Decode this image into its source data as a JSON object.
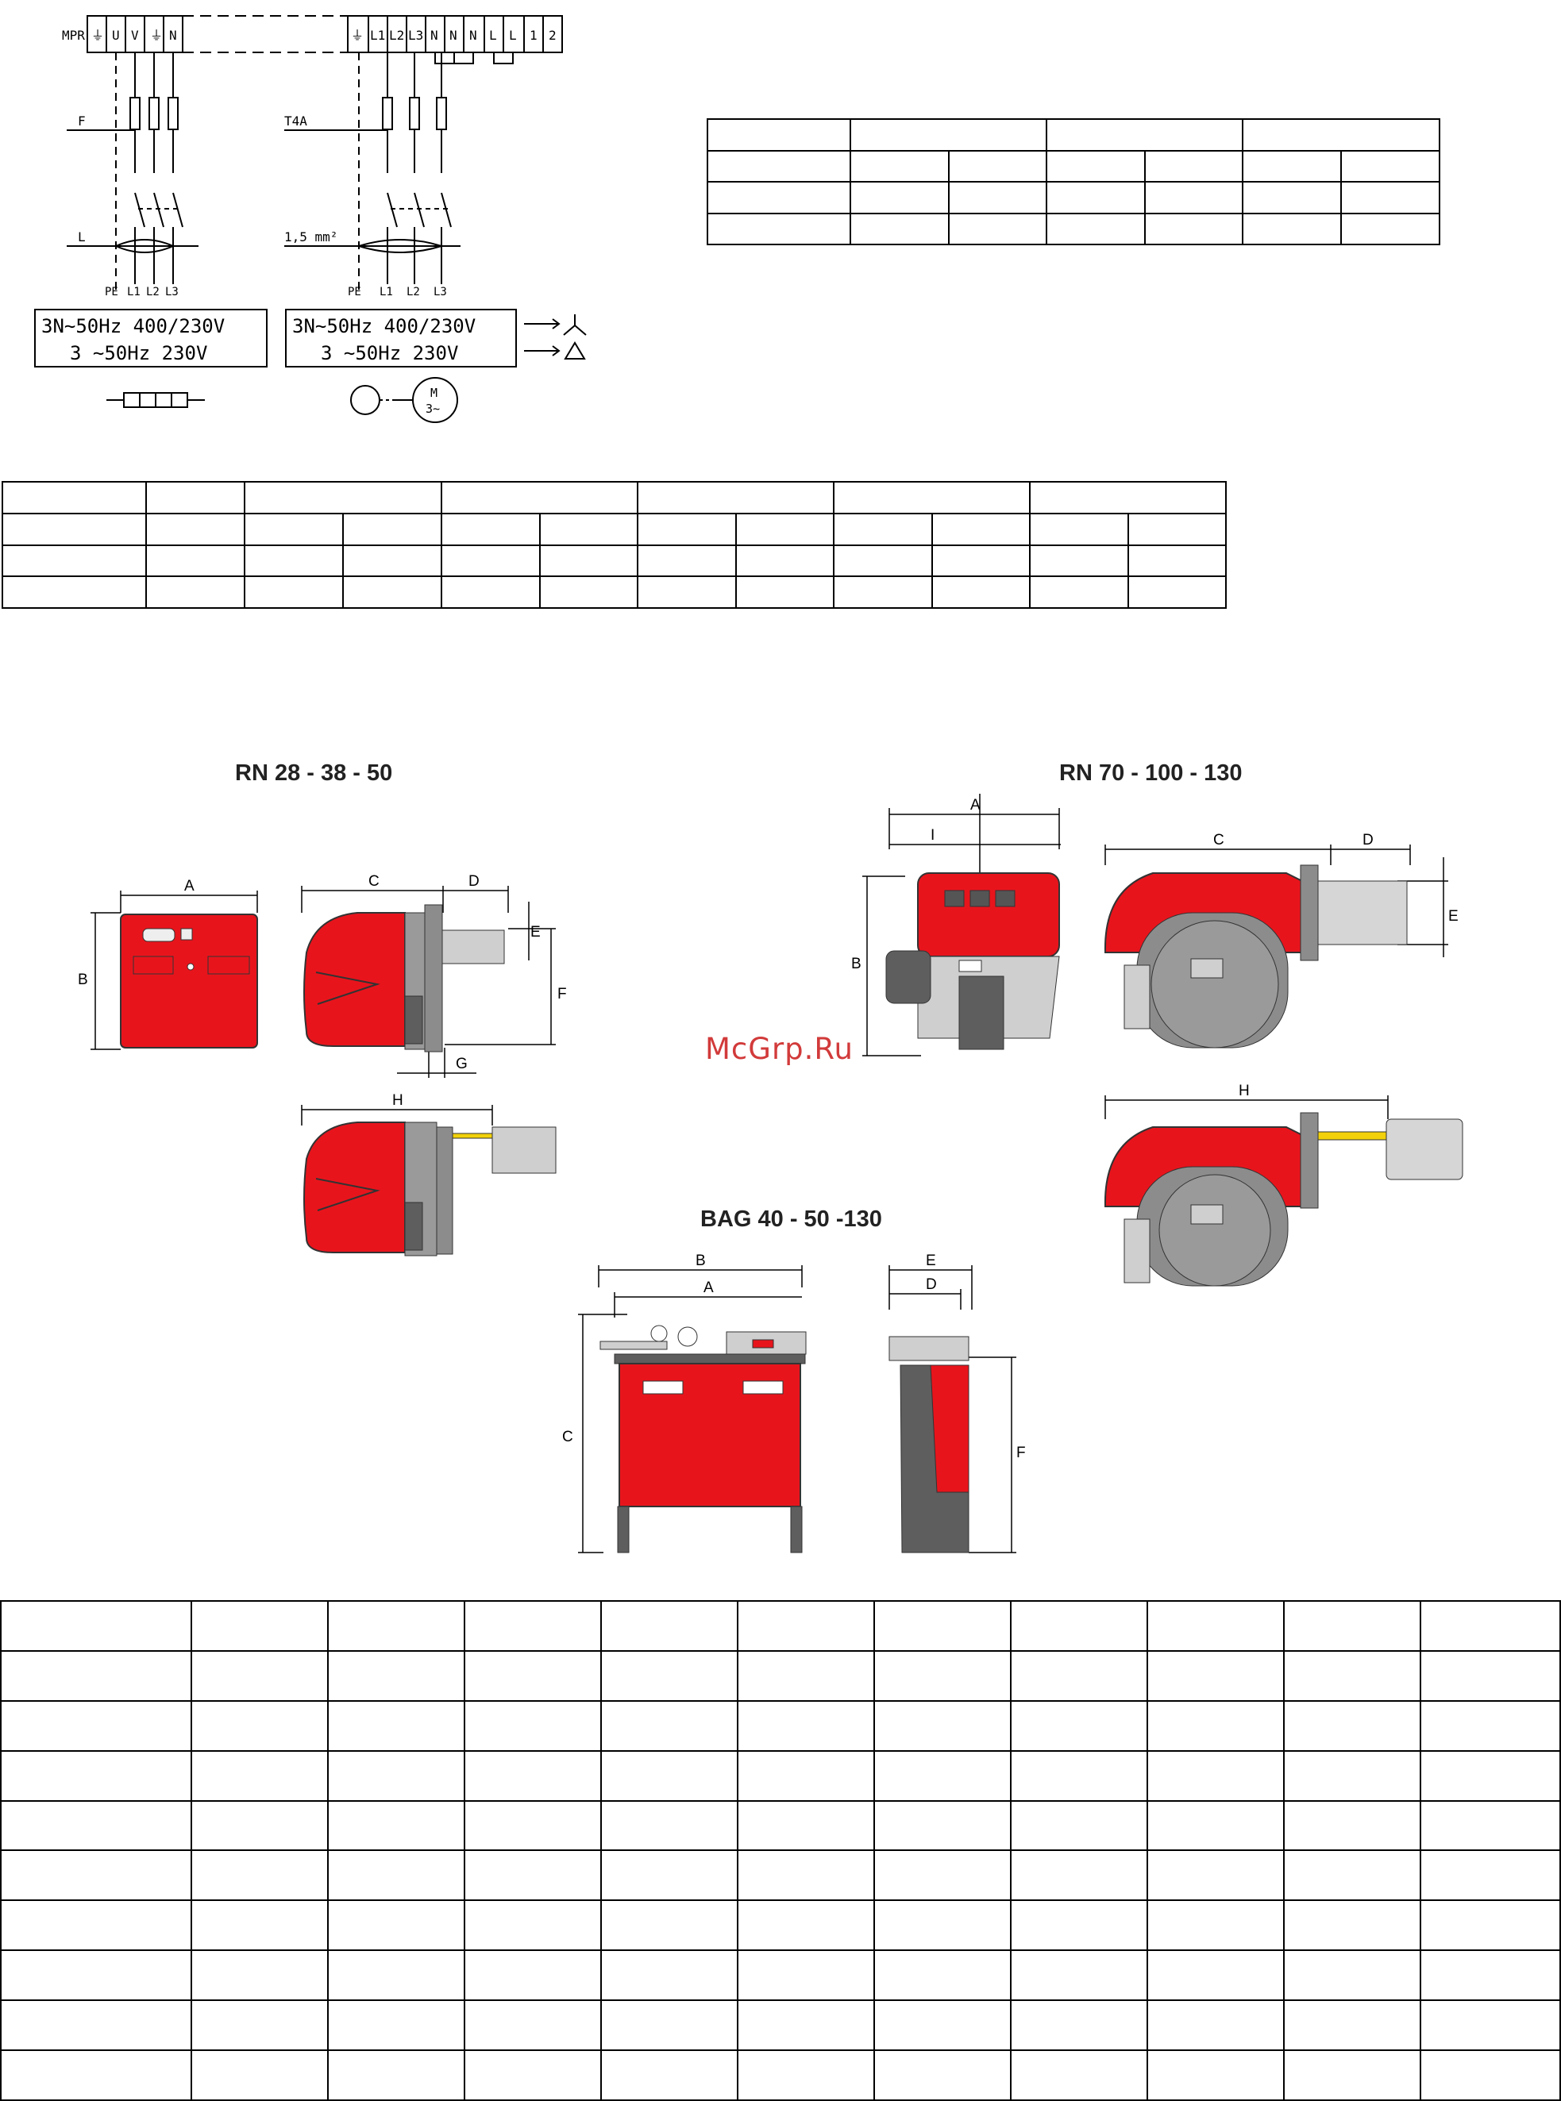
{
  "wiring": {
    "terminals_left": [
      "⏚",
      "U",
      "V",
      "⏚",
      "N"
    ],
    "terminals_right": [
      "⏚",
      "L1",
      "L2",
      "L3",
      "N",
      "N",
      "N",
      "L",
      "L",
      "1",
      "2"
    ],
    "mpr_label": "MPR",
    "fuse_label_left": "F",
    "fuse_label_right": "T4A",
    "line_label_left": "L",
    "line_label_right": "1,5 mm²",
    "phase_labels_left": [
      "PE",
      "L1",
      "L2",
      "L3"
    ],
    "phase_labels_right": [
      "PE",
      "L1",
      "L2",
      "L3"
    ],
    "supply_left": [
      "3N∼50Hz 400/230V",
      "3 ∼50Hz 230V"
    ],
    "supply_right": [
      "3N∼50Hz 400/230V",
      "3 ∼50Hz 230V"
    ],
    "motor_label": "M",
    "motor_sub": "3∼"
  },
  "headings": {
    "rn_small": "RN 28 - 38 - 50",
    "rn_large": "RN 70 - 100 - 130",
    "bag": "BAG 40 - 50 -130"
  },
  "watermark": "McGrp.Ru",
  "dim_letters": {
    "rn_small": [
      "A",
      "B",
      "C",
      "D",
      "E",
      "F",
      "G",
      "H"
    ],
    "rn_large": [
      "A",
      "I",
      "B",
      "C",
      "D",
      "E",
      "H"
    ],
    "bag": [
      "B",
      "A",
      "C",
      "E",
      "D",
      "F"
    ]
  },
  "colors": {
    "burner_red": "#e8141c",
    "body_gray": "#8c8c8c",
    "dark_gray": "#5e5e5e",
    "light_gray": "#cfcfcf",
    "yellow": "#f2d10a",
    "watermark": "#d23a3a"
  },
  "tables": {
    "small_top_right": {
      "rows": 4,
      "cols": 7
    },
    "mid_wide": {
      "rows": 4,
      "cols": 12
    },
    "bottom_big": {
      "rows": 10,
      "cols": 11
    }
  }
}
